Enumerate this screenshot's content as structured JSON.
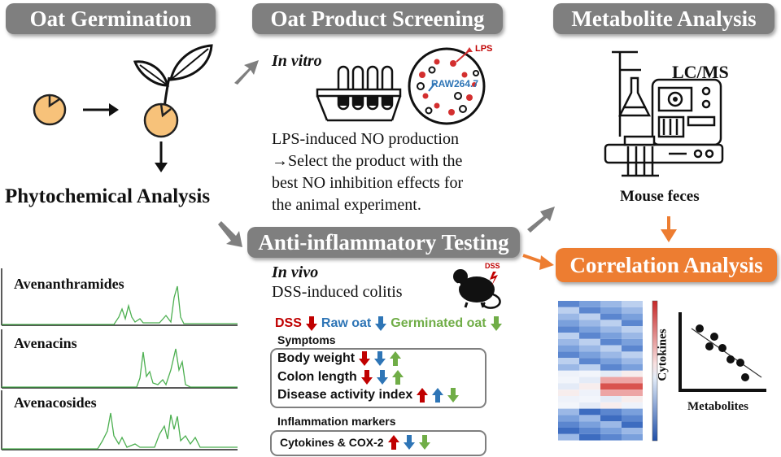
{
  "headers": {
    "germination": "Oat Germination",
    "screening": "Oat Product Screening",
    "metabolite": "Metabolite Analysis",
    "anti_inflammatory": "Anti-inflammatory Testing",
    "correlation": "Correlation Analysis"
  },
  "phytochemical": {
    "title": "Phytochemical Analysis",
    "chromatograms": [
      "Avenanthramides",
      "Avenacins",
      "Avenacosides"
    ]
  },
  "screening": {
    "label": "In vitro",
    "cell_label": "RAW264.7",
    "lps_label": "LPS",
    "description": [
      "LPS-induced NO production",
      "→Select the product with the",
      "best NO inhibition effects for",
      "the animal experiment."
    ]
  },
  "metabolite": {
    "instrument": "LC/MS",
    "sample": "Mouse feces"
  },
  "invivo": {
    "label": "In vivo",
    "model": "DSS-induced colitis",
    "dss_tag": "DSS",
    "legend": {
      "dss": "DSS",
      "raw": "Raw oat",
      "germinated": "Germinated oat"
    },
    "symptoms_title": "Symptoms",
    "symptoms": [
      "Body weight",
      "Colon length",
      "Disease activity index"
    ],
    "markers_title": "Inflammation markers",
    "markers": [
      "Cytokines & COX-2"
    ]
  },
  "scatter": {
    "ylabel": "Cytokines",
    "xlabel": "Metabolites"
  },
  "colors": {
    "header_gray": "#7f7f7f",
    "orange": "#ed7d31",
    "seed": "#f7c27a",
    "red": "#c00000",
    "blue": "#2e75b6",
    "green": "#70ad47",
    "chromatogram": "#4caf50"
  }
}
